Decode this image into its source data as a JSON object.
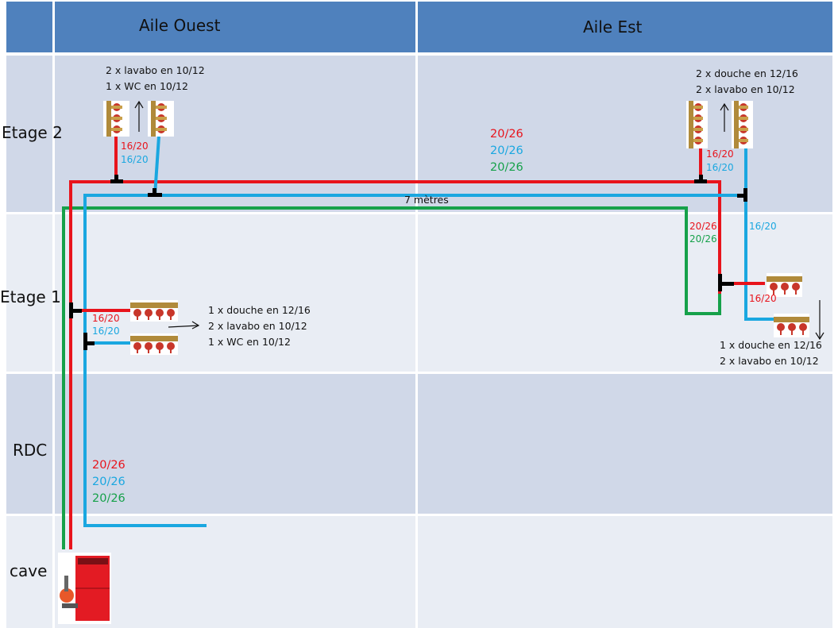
{
  "header": {
    "columns": [
      "",
      "Aile Ouest",
      "Aile Est"
    ]
  },
  "floors": [
    "Etage 2",
    "Etage 1",
    "RDC",
    "cave"
  ],
  "colors": {
    "header_bg": "#4f81bd",
    "row_dark": "#d0d8e8",
    "row_light": "#e9edf4",
    "pipe_red": "#e8141c",
    "pipe_blue": "#1aa7e0",
    "pipe_green": "#16a14a"
  },
  "notes": {
    "west_etage2": [
      "2 x lavabo en 10/12",
      "1 x WC en 10/12"
    ],
    "east_etage2": [
      "2 x douche en 12/16",
      "2 x lavabo en 10/12"
    ],
    "west_etage1": [
      "1 x douche en 12/16",
      "2 x lavabo en 10/12",
      "1 x WC en 10/12"
    ],
    "east_etage1": [
      "1 x douche en 12/16",
      "2 x lavabo en 10/12"
    ]
  },
  "pipe_labels": {
    "west_e2_red": "16/20",
    "west_e2_blue": "16/20",
    "main_red": "20/26",
    "main_blue": "20/26",
    "main_green": "20/26",
    "east_e2_red": "16/20",
    "east_e2_blue": "16/20",
    "distance": "7 mètres",
    "east_riser_red": "20/26",
    "east_riser_green": "20/26",
    "east_riser_blue": "16/20",
    "east_e1_red": "16/20",
    "west_e1_red": "16/20",
    "west_e1_blue": "16/20",
    "rdc_red": "20/26",
    "rdc_blue": "20/26",
    "rdc_green": "20/26"
  }
}
